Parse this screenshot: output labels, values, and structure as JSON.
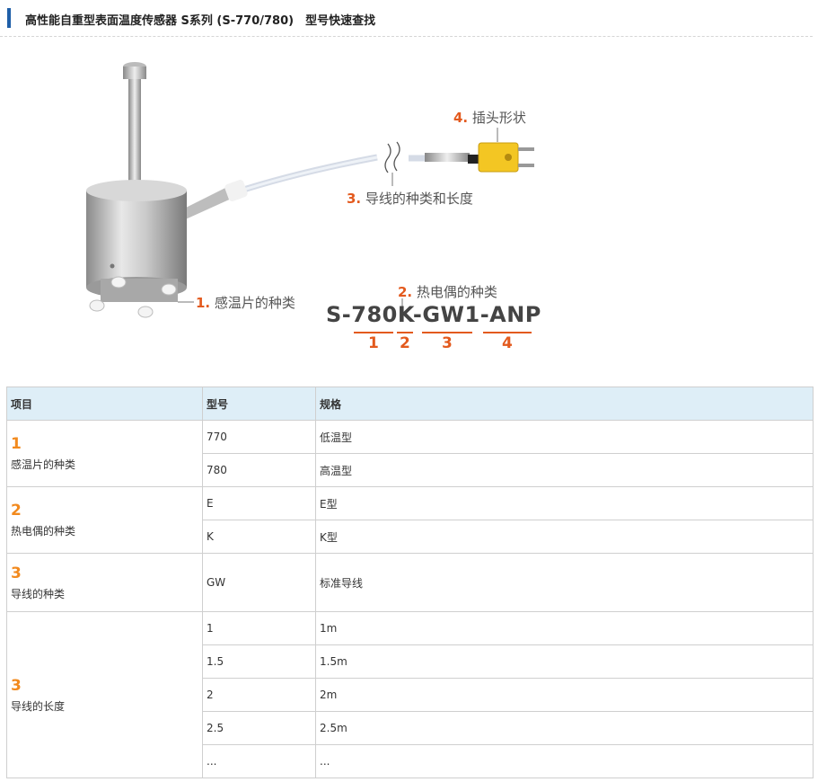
{
  "header": {
    "title": "高性能自重型表面温度传感器 S系列 (S-770/780)　型号快速查找"
  },
  "diagram": {
    "callouts": [
      {
        "num": "4.",
        "text": "插头形状"
      },
      {
        "num": "3.",
        "text": "导线的种类和长度"
      },
      {
        "num": "1.",
        "text": "感温片的种类"
      },
      {
        "num": "2.",
        "text": "热电偶的种类"
      }
    ],
    "code": "S-780K-GW1-ANP",
    "segments": [
      "1",
      "2",
      "3",
      "4"
    ]
  },
  "table": {
    "headers": [
      "项目",
      "型号",
      "规格"
    ],
    "groups": [
      {
        "num": "1",
        "label": "感温片的种类",
        "rows": [
          [
            "770",
            "低温型"
          ],
          [
            "780",
            "高温型"
          ]
        ]
      },
      {
        "num": "2",
        "label": "热电偶的种类",
        "rows": [
          [
            "E",
            "E型"
          ],
          [
            "K",
            "K型"
          ]
        ]
      },
      {
        "num": "3",
        "label": "导线的种类",
        "rows": [
          [
            "GW",
            "标准导线"
          ]
        ]
      },
      {
        "num": "3",
        "label": "导线的长度",
        "rows": [
          [
            "1",
            "1m"
          ],
          [
            "1.5",
            "1.5m"
          ],
          [
            "2",
            "2m"
          ],
          [
            "2.5",
            "2.5m"
          ],
          [
            "...",
            "..."
          ]
        ]
      }
    ]
  },
  "colors": {
    "accent_bar": "#1f5fa8",
    "callout_number": "#e35a1e",
    "item_number": "#f28a1e",
    "header_bg": "#deeef7",
    "plug": "#f3c623"
  }
}
